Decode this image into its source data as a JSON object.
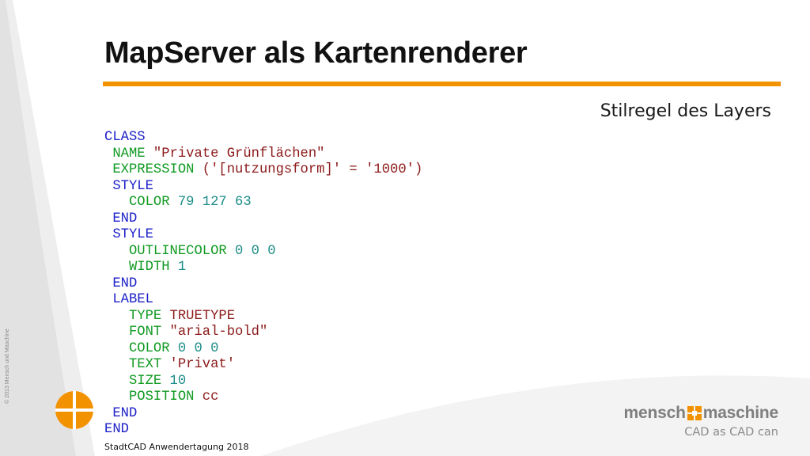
{
  "slide": {
    "title": "MapServer als Kartenrenderer",
    "subtitle": "Stilregel des Layers",
    "copyright": "© 2013 Mensch und Maschine",
    "footer": "StadtCAD Anwendertagung 2018",
    "brand_part1": "mensch",
    "brand_part2": "maschine",
    "brand_tagline": "CAD as CAD can",
    "accent_color": "#f39200"
  },
  "code_lines": [
    [
      {
        "t": "CLASS",
        "c": "kw"
      }
    ],
    [
      {
        "t": " NAME ",
        "c": "prop"
      },
      {
        "t": "\"Private Grünflächen\"",
        "c": "str"
      }
    ],
    [
      {
        "t": " EXPRESSION ",
        "c": "prop"
      },
      {
        "t": "('[nutzungsform]' = '1000')",
        "c": "str"
      }
    ],
    [
      {
        "t": " STYLE",
        "c": "kw"
      }
    ],
    [
      {
        "t": "   COLOR ",
        "c": "prop"
      },
      {
        "t": "79 127 63",
        "c": "num"
      }
    ],
    [
      {
        "t": " END",
        "c": "kw"
      }
    ],
    [
      {
        "t": " STYLE",
        "c": "kw"
      }
    ],
    [
      {
        "t": "   OUTLINECOLOR ",
        "c": "prop"
      },
      {
        "t": "0 0 0",
        "c": "num"
      }
    ],
    [
      {
        "t": "   WIDTH ",
        "c": "prop"
      },
      {
        "t": "1",
        "c": "num"
      }
    ],
    [
      {
        "t": " END",
        "c": "kw"
      }
    ],
    [
      {
        "t": " LABEL",
        "c": "kw"
      }
    ],
    [
      {
        "t": "   TYPE ",
        "c": "prop"
      },
      {
        "t": "TRUETYPE",
        "c": "str"
      }
    ],
    [
      {
        "t": "   FONT ",
        "c": "prop"
      },
      {
        "t": "\"arial-bold\"",
        "c": "str"
      }
    ],
    [
      {
        "t": "   COLOR ",
        "c": "prop"
      },
      {
        "t": "0 0 0",
        "c": "num"
      }
    ],
    [
      {
        "t": "   TEXT ",
        "c": "prop"
      },
      {
        "t": "'Privat'",
        "c": "str"
      }
    ],
    [
      {
        "t": "   SIZE ",
        "c": "prop"
      },
      {
        "t": "10",
        "c": "num"
      }
    ],
    [
      {
        "t": "   POSITION ",
        "c": "prop"
      },
      {
        "t": "cc",
        "c": "str"
      }
    ],
    [
      {
        "t": " END",
        "c": "kw"
      }
    ],
    [
      {
        "t": "END",
        "c": "kw"
      }
    ]
  ]
}
